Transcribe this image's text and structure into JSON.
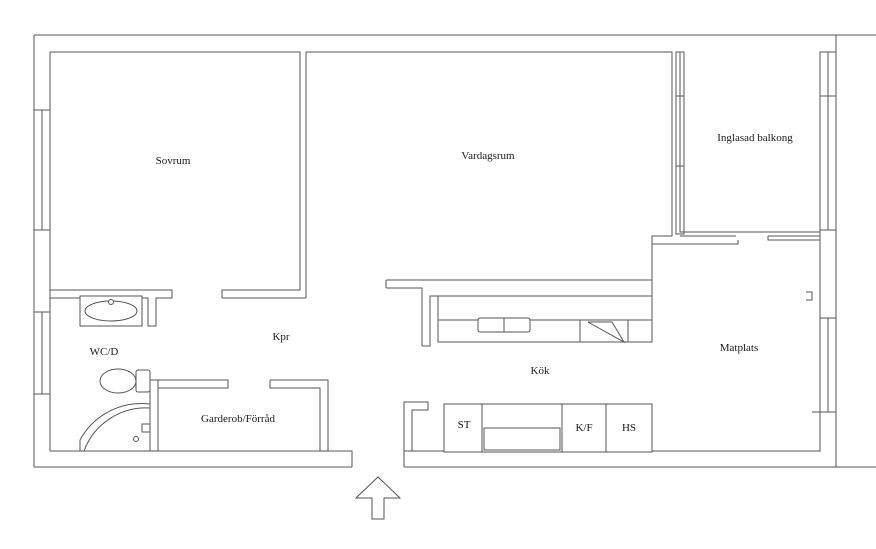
{
  "rooms": {
    "sovrum": "Sovrum",
    "vardagsrum": "Vardagsrum",
    "inglasad_balkong": "Inglasad balkong",
    "kpr": "Kpr",
    "wc_d": "WC/D",
    "kok": "Kök",
    "matplats": "Matplats",
    "garderob": "Garderob/Förråd"
  },
  "appliances": {
    "st": "ST",
    "kf": "K/F",
    "hs": "HS"
  }
}
